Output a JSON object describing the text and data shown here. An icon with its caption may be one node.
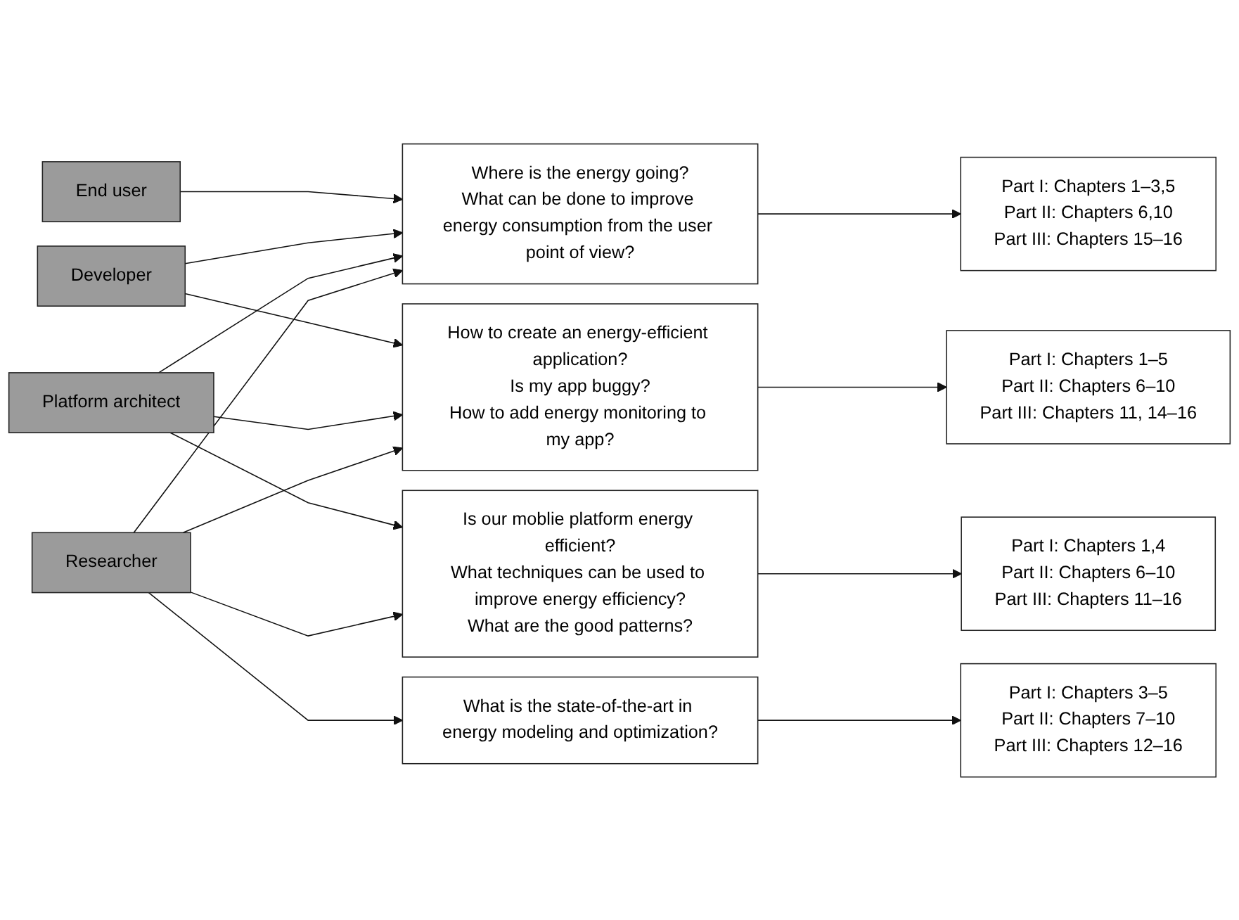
{
  "diagram": {
    "nodes": [
      {
        "text": [
          "End user"
        ]
      },
      {
        "text": [
          "Developer"
        ]
      },
      {
        "text": [
          "Platform architect"
        ]
      },
      {
        "text": [
          "Researcher"
        ]
      },
      {
        "text": [
          "Where is the energy going?",
          "What can be done to improve energy consumption from the user point of view?"
        ]
      },
      {
        "text": [
          "How to create an energy-efficient application?",
          "Is my app buggy?",
          "How to add energy monitoring to my app?"
        ]
      },
      {
        "text": [
          "Is our moblie platform energy efficient?",
          "What techniques can be used to improve energy efficiency?",
          "What are the good patterns?"
        ]
      },
      {
        "text": [
          "What is the state-of-the-art in energy modeling and optimization?"
        ]
      },
      {
        "text": [
          "Part I: Chapters 1–3,5",
          "Part II: Chapters 6,10",
          "Part III: Chapters 15–16"
        ]
      },
      {
        "text": [
          "Part I: Chapters 1–5",
          "Part II: Chapters 6–10",
          "Part III: Chapters 11, 14–16"
        ]
      },
      {
        "text": [
          "Part I: Chapters 1,4",
          "Part II: Chapters 6–10",
          "Part III: Chapters 11–16"
        ]
      },
      {
        "text": [
          "Part I: Chapters 3–5",
          "Part II: Chapters 7–10",
          "Part III: Chapters 12–16"
        ]
      }
    ],
    "edges": [
      {
        "from": 0,
        "to": 4,
        "arrow": "to"
      },
      {
        "from": 1,
        "to": 4,
        "arrow": "to"
      },
      {
        "from": 1,
        "to": 5,
        "arrow": "to"
      },
      {
        "from": 2,
        "to": 4,
        "arrow": "to"
      },
      {
        "from": 2,
        "to": 5,
        "arrow": "to"
      },
      {
        "from": 2,
        "to": 6,
        "arrow": "to"
      },
      {
        "from": 3,
        "to": 4,
        "arrow": "to"
      },
      {
        "from": 3,
        "to": 5,
        "arrow": "to"
      },
      {
        "from": 3,
        "to": 6,
        "arrow": "to"
      },
      {
        "from": 3,
        "to": 7,
        "arrow": "to"
      },
      {
        "from": 4,
        "to": 8,
        "arrow": "to"
      },
      {
        "from": 5,
        "to": 9,
        "arrow": "to"
      },
      {
        "from": 6,
        "to": 10,
        "arrow": "to"
      },
      {
        "from": 7,
        "to": 11,
        "arrow": "to"
      }
    ]
  }
}
